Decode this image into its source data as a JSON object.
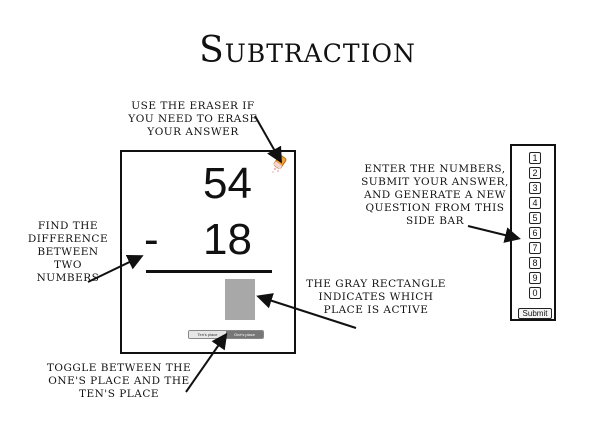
{
  "title": "Subtraction",
  "notes": {
    "eraser": [
      "Use the eraser if",
      "you need to erase",
      "your answer"
    ],
    "difference": [
      "Find the",
      "difference",
      "between two",
      "numbers"
    ],
    "sidebar": [
      "Enter the numbers,",
      "submit your answer,",
      "and generate a new",
      "question from this",
      "side bar"
    ],
    "gray": [
      "The gray rectangle",
      "indicates which",
      "place is active"
    ],
    "toggle": [
      "Toggle between the",
      "one's place and the",
      "ten's place"
    ]
  },
  "problem": {
    "minuend": "54",
    "operator": "-",
    "subtrahend": "18"
  },
  "toggle": {
    "tens_label": "Ten's place",
    "ones_label": "One's place"
  },
  "sidebar": {
    "digits": [
      "1",
      "2",
      "3",
      "4",
      "5",
      "6",
      "7",
      "8",
      "9",
      "0"
    ],
    "submit_label": "Submit"
  }
}
